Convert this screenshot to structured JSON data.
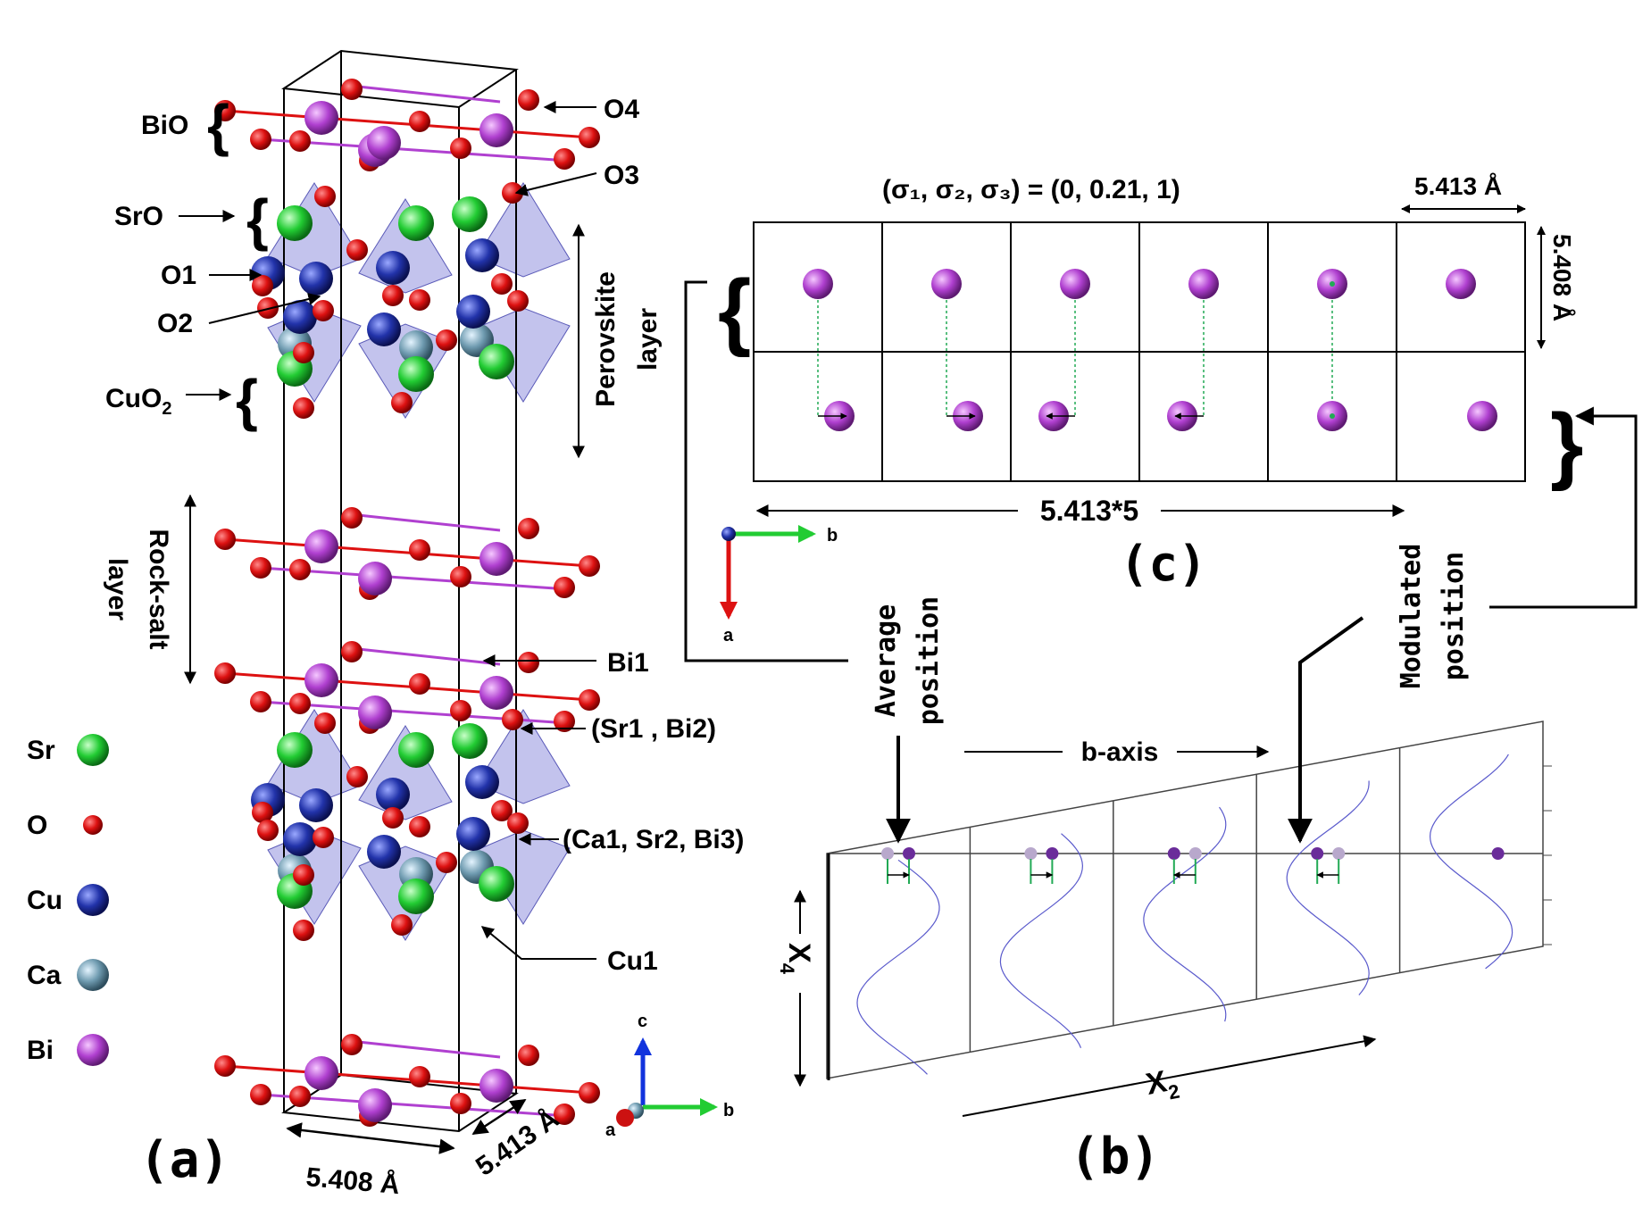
{
  "panel_a": {
    "caption": "(a)",
    "layer_labels": {
      "bio": "BiO",
      "sro": "SrO",
      "cuo2": "CuO",
      "cuo2_sub": "2",
      "perovskite_line1": "Perovskite",
      "perovskite_line2": "layer",
      "rocksalt_line1": "Rock-salt",
      "rocksalt_line2": "layer"
    },
    "site_labels": {
      "o4": "O4",
      "o3": "O3",
      "o1": "O1",
      "o2": "O2",
      "bi1": "Bi1",
      "sr1_bi2": "(Sr1 , Bi2)",
      "ca1_sr2_bi3": "(Ca1, Sr2, Bi3)",
      "cu1": "Cu1"
    },
    "dimensions": {
      "a_length": "5.408 Å",
      "b_length": "5.413 Å"
    },
    "legend": [
      {
        "label": "Sr",
        "color": "#22cc33"
      },
      {
        "label": "O",
        "color": "#dd1111"
      },
      {
        "label": "Cu",
        "color": "#2233aa"
      },
      {
        "label": "Ca",
        "color": "#6f9bb0"
      },
      {
        "label": "Bi",
        "color": "#b040d0"
      }
    ],
    "axes": {
      "c": "c",
      "a": "a",
      "b": "b"
    }
  },
  "panel_c": {
    "caption": "(c)",
    "sigma_text": "(σ₁, σ₂, σ₃) = (0, 0.21, 1)",
    "width_label": "5.413 Å",
    "height_label": "5.408 Å",
    "span_label": "5.413*5",
    "axes": {
      "b": "b",
      "a": "a"
    },
    "arrow_directions": [
      "right",
      "right",
      "left",
      "left",
      "none",
      "none"
    ]
  },
  "panel_b": {
    "caption": "(b)",
    "b_axis_label": "b-axis",
    "x2_label": "X",
    "x2_sub": "2",
    "x4_label": "X",
    "x4_sub": "4",
    "average_line1": "Average",
    "average_line2": "position",
    "modulated_line1": "Modulated",
    "modulated_line2": "position",
    "shift_directions": [
      "right",
      "right",
      "left",
      "left",
      "none"
    ]
  },
  "colors": {
    "oxygen": "#dd1111",
    "bismuth": "#b040d0",
    "strontium": "#22cc33",
    "copper": "#2233aa",
    "calcium": "#6f9bb0",
    "polyhedra": "#7a7ad8",
    "modulation_curve": "#5a5acc",
    "marker_green": "#22aa55",
    "dot_purple": "#6a2c9a",
    "dot_faded": "#b8a8cc"
  }
}
